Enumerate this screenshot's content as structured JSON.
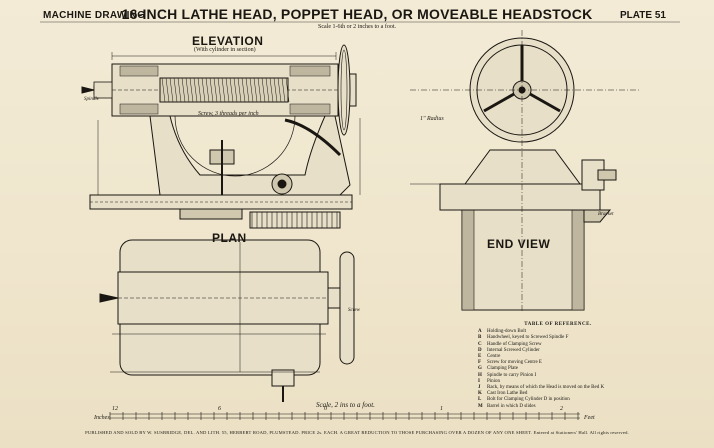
{
  "header": {
    "left": "MACHINE DRAWING",
    "title": "16-INCH LATHE HEAD, POPPET HEAD, OR MOVEABLE HEADSTOCK",
    "plate": "PLATE 51",
    "scale": "Scale 1-6th or 2 inches to a foot."
  },
  "views": {
    "elevation": "ELEVATION",
    "elevation_note": "(With cylinder in section)",
    "plan": "PLAN",
    "end_view": "END VIEW"
  },
  "reference": {
    "title": "TABLE OF REFERENCE.",
    "items": [
      {
        "key": "A",
        "text": "Holding-down Bolt"
      },
      {
        "key": "B",
        "text": "Handwheel, keyed to Screwed Spindle F"
      },
      {
        "key": "C",
        "text": "Handle of Clamping Screw"
      },
      {
        "key": "D",
        "text": "Internal Screwed Cylinder"
      },
      {
        "key": "E",
        "text": "Centre"
      },
      {
        "key": "F",
        "text": "Screw for moving Centre E"
      },
      {
        "key": "G",
        "text": "Clamping Plate"
      },
      {
        "key": "H",
        "text": "Spindle to carry Pinion I"
      },
      {
        "key": "I",
        "text": "Pinion"
      },
      {
        "key": "J",
        "text": "Rack, by means of which the Head is moved on the Bed K"
      },
      {
        "key": "K",
        "text": "Cast Iron Lathe Bed"
      },
      {
        "key": "L",
        "text": "Bolt for Clamping Cylinder D in position"
      },
      {
        "key": "M",
        "text": "Barrel in which D slides"
      }
    ]
  },
  "annotations": {
    "screw_label": "Screw, 3 threads per inch",
    "radius_label": "1\" Radius",
    "scale_note": "Scale, 2 ins to a foot.",
    "inches_label": "Inches",
    "feet_label": "Feet",
    "footbar_numbers": [
      "12",
      "6",
      "0",
      "1",
      "2"
    ],
    "screw_tag": "Screw",
    "bracket_tag": "Bracket",
    "spindle_tag": "Spindle"
  },
  "footer": "PUBLISHED AND SOLD BY W. SUSBRIDGE, DEL. AND LITH. 55, HERBERT ROAD, PLUMSTEAD. PRICE 2s. EACH. A GREAT REDUCTION TO THOSE PURCHASING OVER A DOZEN OF ANY ONE SHEET. Entered at Stationers' Hall. All rights reserved."
}
